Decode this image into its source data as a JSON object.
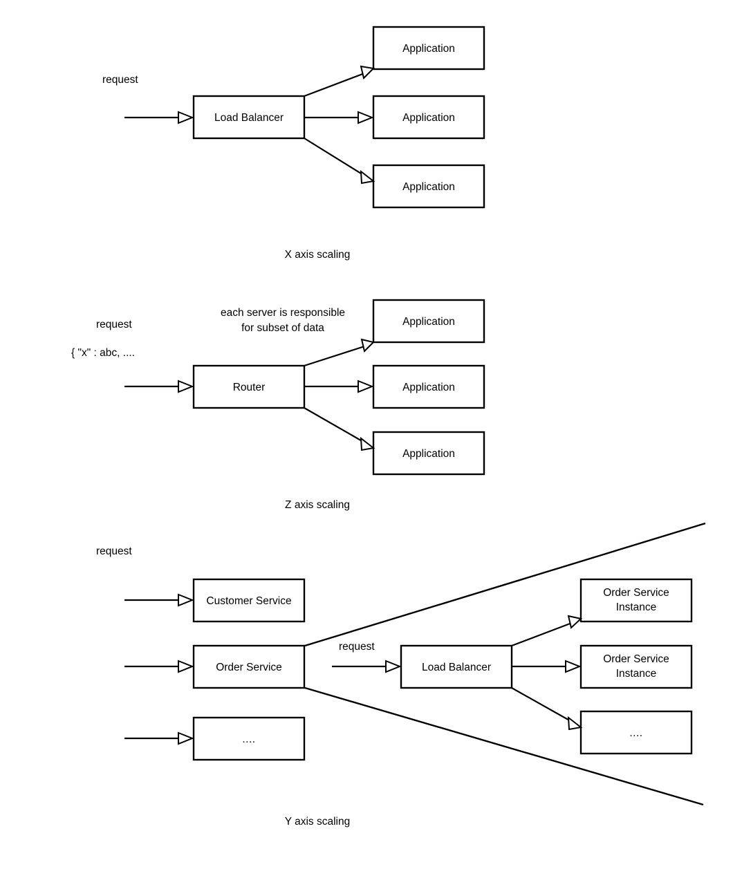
{
  "document": {
    "title": "Scale Cube: X, Y and Z axis scaling diagram",
    "background_color": "#ffffff",
    "stroke_color": "#000000"
  },
  "sections": [
    {
      "id": "x-axis-scaling",
      "caption": "X axis scaling",
      "request_label": "request",
      "source_node": "Load Balancer",
      "targets": [
        "Application",
        "Application",
        "Application"
      ]
    },
    {
      "id": "z-axis-scaling",
      "caption": "Z axis scaling",
      "request_label": "request",
      "payload_label": "{ \"x\" : abc, ....",
      "annotation_line1": "each server is responsible",
      "annotation_line2": "for subset of data",
      "source_node": "Router",
      "targets": [
        "Application",
        "Application",
        "Application"
      ]
    },
    {
      "id": "y-axis-scaling",
      "caption": "Y axis scaling",
      "request_label": "request",
      "services": [
        "Customer Service",
        "Order Service",
        "...."
      ],
      "zoom_request_label": "request",
      "zoom_source_node": "Load Balancer",
      "zoom_targets": [
        {
          "line1": "Order Service",
          "line2": "Instance"
        },
        {
          "line1": "Order Service",
          "line2": "Instance"
        },
        {
          "line1": "....",
          "line2": ""
        }
      ]
    }
  ],
  "labels": {
    "s1_request": "request",
    "s1_load_balancer": "Load Balancer",
    "s1_app_1": "Application",
    "s1_app_2": "Application",
    "s1_app_3": "Application",
    "s1_caption": "X axis scaling",
    "s2_request": "request",
    "s2_payload": "{ \"x\" : abc, ....",
    "s2_note_1": "each server is responsible",
    "s2_note_2": "for subset of data",
    "s2_router": "Router",
    "s2_app_1": "Application",
    "s2_app_2": "Application",
    "s2_app_3": "Application",
    "s2_caption": "Z axis scaling",
    "s3_request": "request",
    "s3_customer_service": "Customer Service",
    "s3_order_service": "Order Service",
    "s3_other_service": "....",
    "s3_zoom_request": "request",
    "s3_load_balancer": "Load Balancer",
    "s3_inst1_line1": "Order Service",
    "s3_inst1_line2": "Instance",
    "s3_inst2_line1": "Order Service",
    "s3_inst2_line2": "Instance",
    "s3_inst3": "....",
    "s3_caption": "Y axis scaling"
  }
}
